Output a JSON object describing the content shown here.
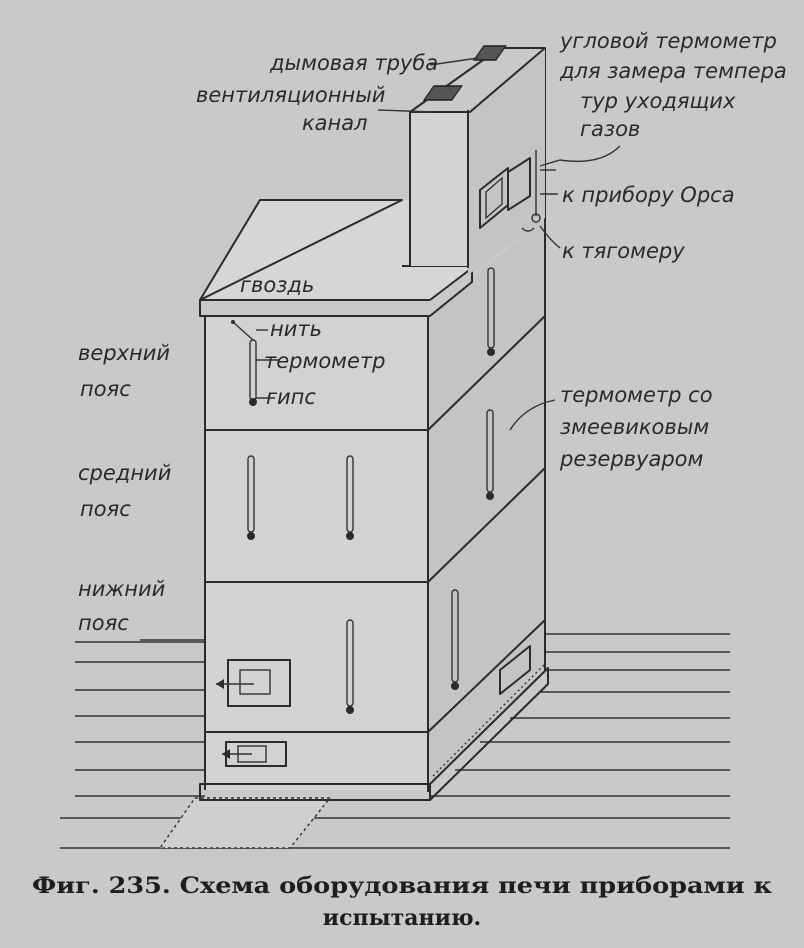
{
  "labels": {
    "smoke_pipe": "дымовая труба",
    "vent_channel_1": "вентиляционный",
    "vent_channel_2": "канал",
    "corner_thermo_1": "угловой термометр",
    "corner_thermo_2": "для замера темпера",
    "corner_thermo_3": "тур уходящих",
    "corner_thermo_4": "газов",
    "orsa": "к прибору Орса",
    "draft_gauge": "к тягомеру",
    "nail": "гвоздь",
    "thread": "нить",
    "thermometer": "термометр",
    "gypsum": "гипс",
    "upper_belt_1": "верхний",
    "upper_belt_2": "пояс",
    "middle_belt_1": "средний",
    "middle_belt_2": "пояс",
    "lower_belt_1": "нижний",
    "lower_belt_2": "пояс",
    "coil_thermo_1": "термометр со",
    "coil_thermo_2": "змеевиковым",
    "coil_thermo_3": "резервуаром"
  },
  "caption": {
    "line1": "Фиг. 235. Схема оборудования печи приборами к",
    "line2": "испытанию."
  }
}
